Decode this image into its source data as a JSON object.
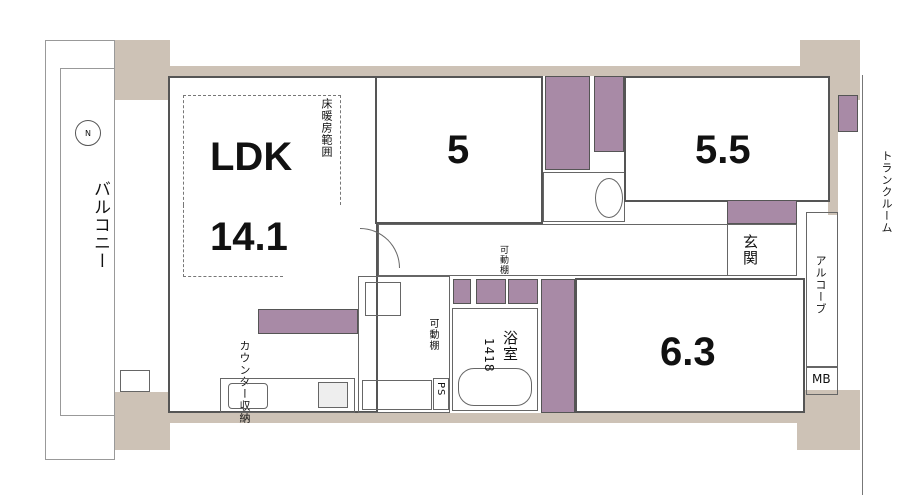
{
  "rooms": {
    "ldk": {
      "label": "LDK",
      "size": "14.1"
    },
    "room1": {
      "size": "5"
    },
    "room2": {
      "size": "5.5"
    },
    "room3": {
      "size": "6.3"
    }
  },
  "labels": {
    "floor_heating": "床暖房範囲",
    "movable_shelf": "可動棚",
    "bath": "浴室",
    "bath_size": "1418",
    "ps": "PS",
    "mb": "MB",
    "entrance": "玄関",
    "alcove": "アルコーブ",
    "trunk_room": "トランクルーム",
    "balcony": "バルコニー",
    "counter_storage": "カウンター収納",
    "north": "N"
  },
  "colors": {
    "wall": "#cdc2b6",
    "storage": "#a88aa6"
  }
}
